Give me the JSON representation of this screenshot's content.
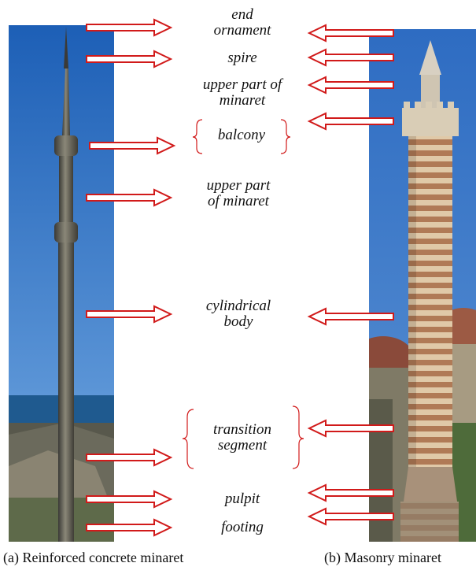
{
  "labels": {
    "end_ornament": [
      "end",
      "ornament"
    ],
    "spire": "spire",
    "upper_part_b": [
      "upper part of",
      "minaret"
    ],
    "balcony": "balcony",
    "upper_part_a": [
      "upper part",
      "of minaret"
    ],
    "cylindrical_body": [
      "cylindrical",
      "body"
    ],
    "transition_segment": [
      "transition",
      "segment"
    ],
    "pulpit": "pulpit",
    "footing": "footing"
  },
  "captions": {
    "a": "(a) Reinforced concrete minaret",
    "b": "(b) Masonry minaret"
  },
  "colors": {
    "arrow_outline": "#d11a1a",
    "brace": "#d11a1a",
    "sky_left": "#2f6cc0",
    "sky_right": "#3c78c8",
    "sea": "#1f5a8f"
  }
}
